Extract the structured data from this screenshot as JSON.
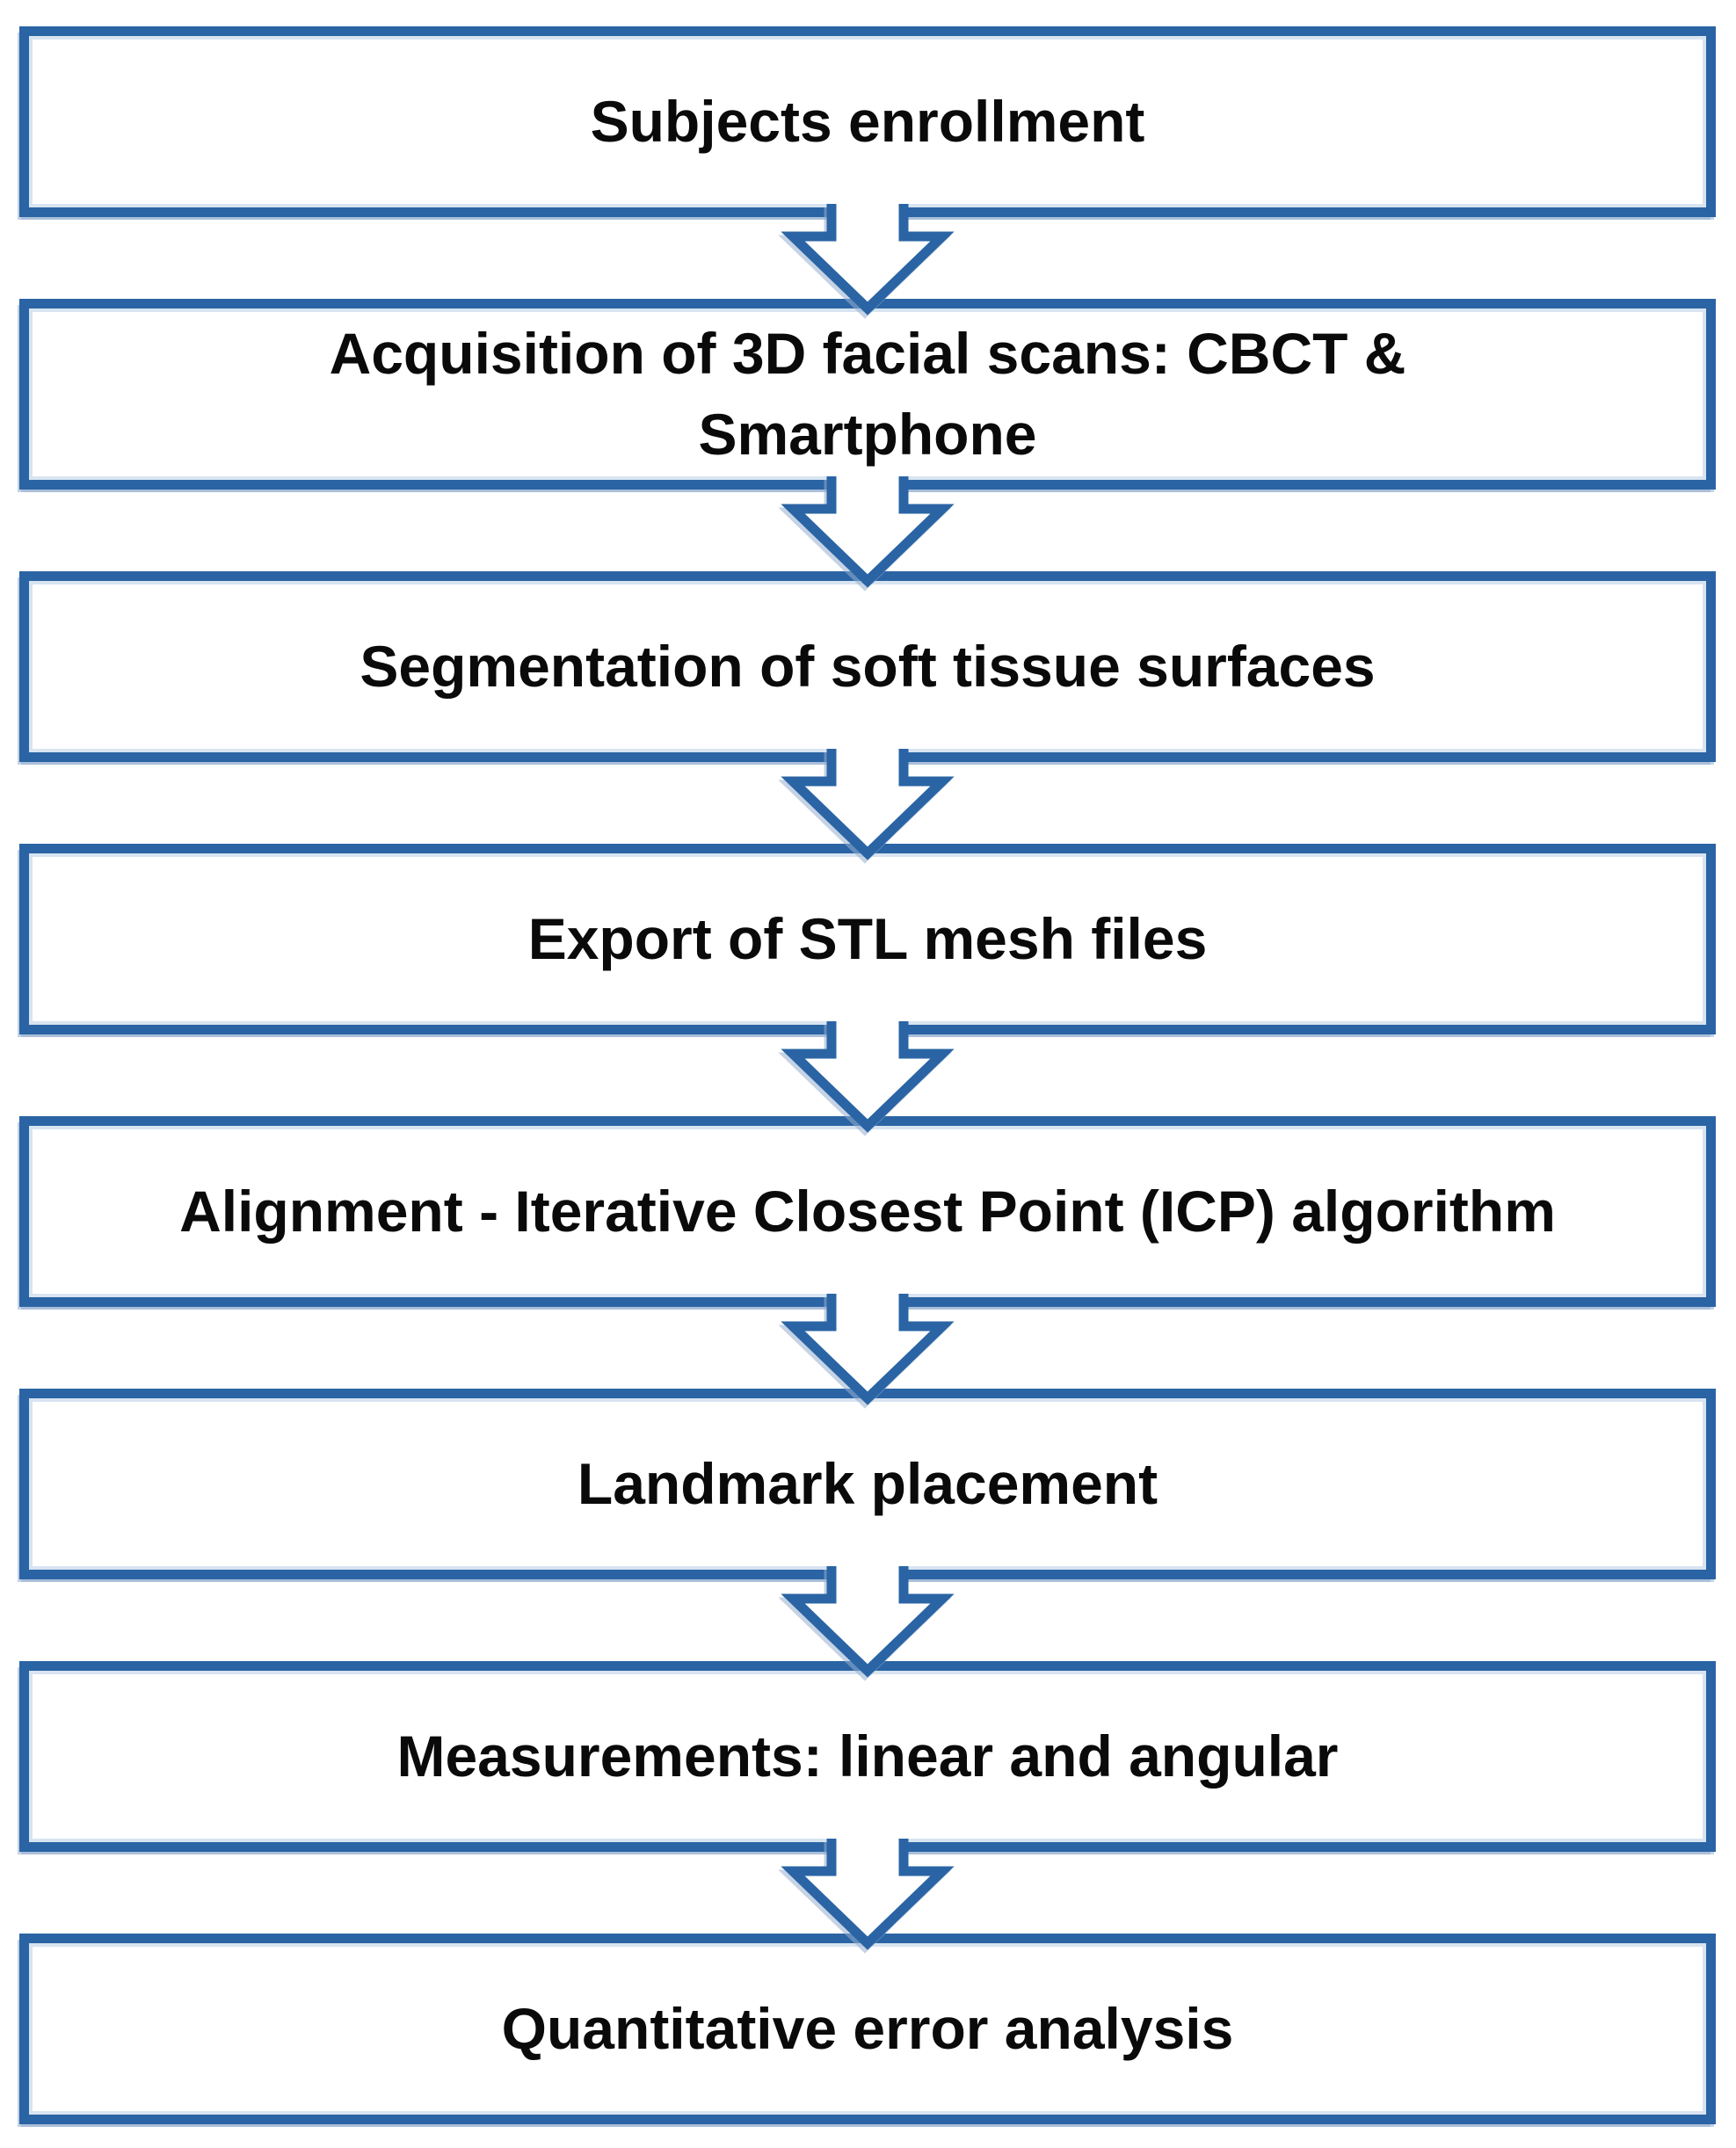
{
  "flowchart": {
    "steps": [
      {
        "label": "Subjects enrollment"
      },
      {
        "label": "Acquisition of 3D facial scans: CBCT &\nSmartphone"
      },
      {
        "label": "Segmentation of soft tissue surfaces"
      },
      {
        "label": "Export of STL mesh files"
      },
      {
        "label": "Alignment - Iterative Closest Point (ICP) algorithm"
      },
      {
        "label": "Landmark placement"
      },
      {
        "label": "Measurements: linear and angular"
      },
      {
        "label": "Quantitative error analysis"
      }
    ],
    "connector": {
      "icon": "down-arrow-icon"
    },
    "colors": {
      "line": "#2a64a4",
      "inner": "#d8e4f1",
      "text": "#0a0a0a",
      "bg": "#ffffff"
    }
  }
}
